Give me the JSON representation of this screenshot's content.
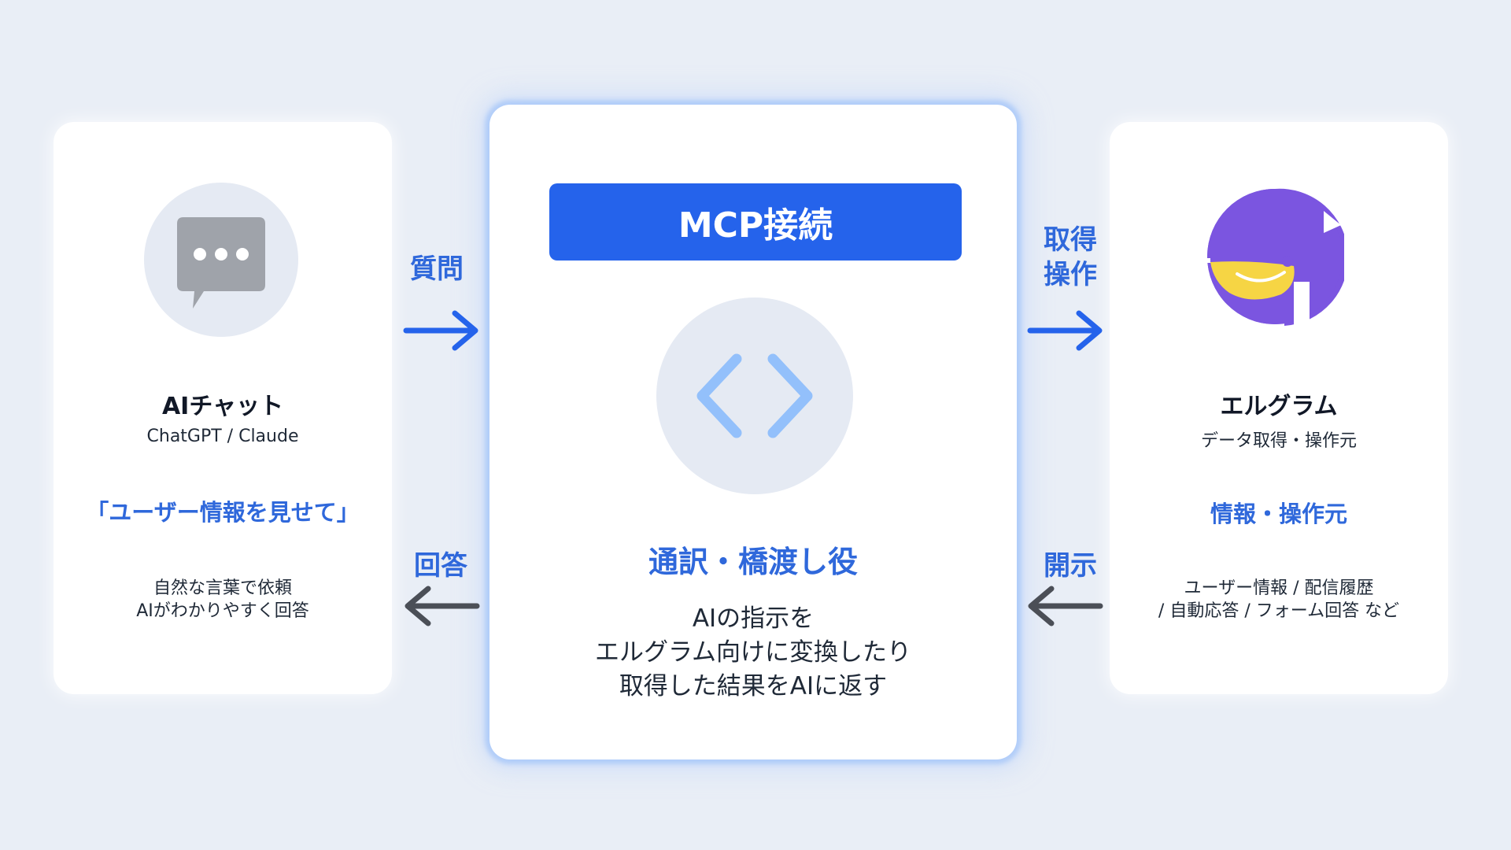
{
  "left_card": {
    "title": "AIチャット",
    "subtitle": "ChatGPT / Claude",
    "quote": "「ユーザー情報を見せて」",
    "desc_line1": "自然な言葉で依頼",
    "desc_line2": "AIがわかりやすく回答"
  },
  "center_card": {
    "banner": "MCP接続",
    "role": "通訳・橋渡し役",
    "desc_line1": "AIの指示を",
    "desc_line2": "エルグラム向けに変換したり",
    "desc_line3": "取得した結果をAIに返す"
  },
  "right_card": {
    "title": "エルグラム",
    "subtitle": "データ取得・操作元",
    "accent": "情報・操作元",
    "desc_line1": "ユーザー情報 / 配信履歴",
    "desc_line2": "/ 自動応答 / フォーム回答 など"
  },
  "arrows": {
    "left_top": "質問",
    "left_bottom": "回答",
    "right_top_line1": "取得",
    "right_top_line2": "操作",
    "right_bottom": "開示"
  },
  "colors": {
    "accent_blue": "#2563eb",
    "label_blue": "#2f68db",
    "arrow_gray": "#4b4f57",
    "logo_purple": "#7b55e0",
    "logo_yellow": "#f6d544"
  }
}
